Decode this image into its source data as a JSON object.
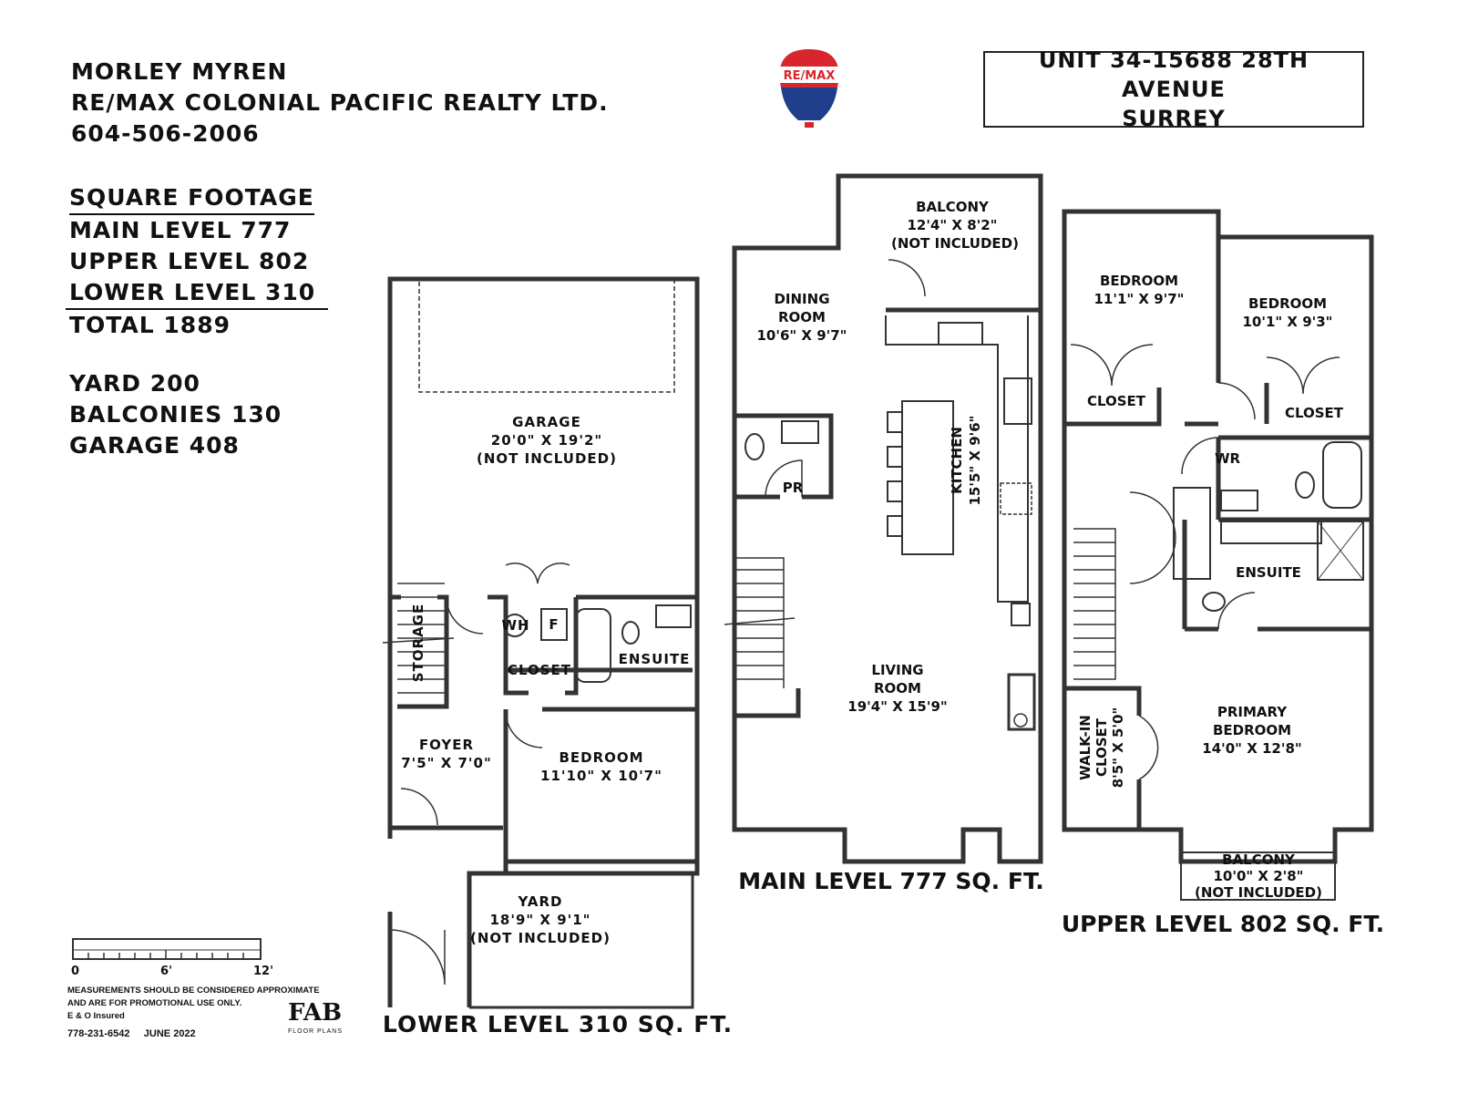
{
  "agent": {
    "name": "MORLEY MYREN",
    "brokerage": "RE/MAX COLONIAL PACIFIC REALTY LTD.",
    "phone": "604-506-2006"
  },
  "logo": {
    "text": "RE/MAX",
    "icon": "hot-air-balloon-icon",
    "colors": {
      "red": "#d7262e",
      "blue": "#1f3f8c",
      "white": "#ffffff"
    }
  },
  "address": {
    "line1": "UNIT 34-15688 28th AVENUE",
    "line2": "SURREY"
  },
  "square_footage": {
    "heading": "SQUARE FOOTAGE",
    "main": "MAIN LEVEL 777",
    "upper": "UPPER LEVEL 802",
    "lower": "LOWER LEVEL 310",
    "total": "TOTAL 1889"
  },
  "extras": {
    "yard": "YARD 200",
    "balconies": "BALCONIES 130",
    "garage": "GARAGE 408"
  },
  "lower_level": {
    "caption": "LOWER LEVEL 310 SQ. FT.",
    "garage": {
      "name": "GARAGE",
      "dims": "20'0\" X 19'2\"",
      "note": "(NOT INCLUDED)"
    },
    "storage": "STORAGE",
    "wh": "WH",
    "f": "F",
    "closet": "CLOSET",
    "ensuite": "ENSUITE",
    "foyer": {
      "name": "FOYER",
      "dims": "7'5\" X 7'0\""
    },
    "bedroom": {
      "name": "BEDROOM",
      "dims": "11'10\" X 10'7\""
    },
    "yard": {
      "name": "YARD",
      "dims": "18'9\" X 9'1\"",
      "note": "(NOT INCLUDED)"
    }
  },
  "main_level": {
    "caption": "MAIN LEVEL 777 SQ. FT.",
    "balcony": {
      "name": "BALCONY",
      "dims": "12'4\" X 8'2\"",
      "note": "(NOT INCLUDED)"
    },
    "dining": {
      "name1": "DINING",
      "name2": "ROOM",
      "dims": "10'6\" X 9'7\""
    },
    "kitchen": {
      "name": "KITCHEN",
      "dims": "15'5\" X 9'6\""
    },
    "pr": "PR",
    "living": {
      "name1": "LIVING",
      "name2": "ROOM",
      "dims": "19'4\" X 15'9\""
    }
  },
  "upper_level": {
    "caption": "UPPER LEVEL 802 SQ. FT.",
    "bedroom1": {
      "name": "BEDROOM",
      "dims": "11'1\" X 9'7\""
    },
    "bedroom2": {
      "name": "BEDROOM",
      "dims": "10'1\" X 9'3\""
    },
    "closet1": "CLOSET",
    "closet2": "CLOSET",
    "wr": "WR",
    "ensuite": "ENSUITE",
    "walkin": {
      "name1": "WALK-IN",
      "name2": "CLOSET",
      "dims": "8'5\" X 5'0\""
    },
    "primary": {
      "name1": "PRIMARY",
      "name2": "BEDROOM",
      "dims": "14'0\" X 12'8\""
    },
    "balcony": {
      "name": "BALCONY",
      "dims": "10'0\" X 2'8\"",
      "note": "(NOT INCLUDED)"
    }
  },
  "scale": {
    "labels": [
      "0",
      "6'",
      "12'"
    ]
  },
  "disclaimer": {
    "line1": "MEASUREMENTS SHOULD BE CONSIDERED APPROXIMATE",
    "line2": "AND ARE FOR PROMOTIONAL USE ONLY.",
    "line3": "E & O Insured"
  },
  "contact": {
    "phone": "778-231-6542",
    "date": "JUNE 2022"
  },
  "fab": {
    "logo": "FAB",
    "sub": "FLOOR PLANS"
  }
}
